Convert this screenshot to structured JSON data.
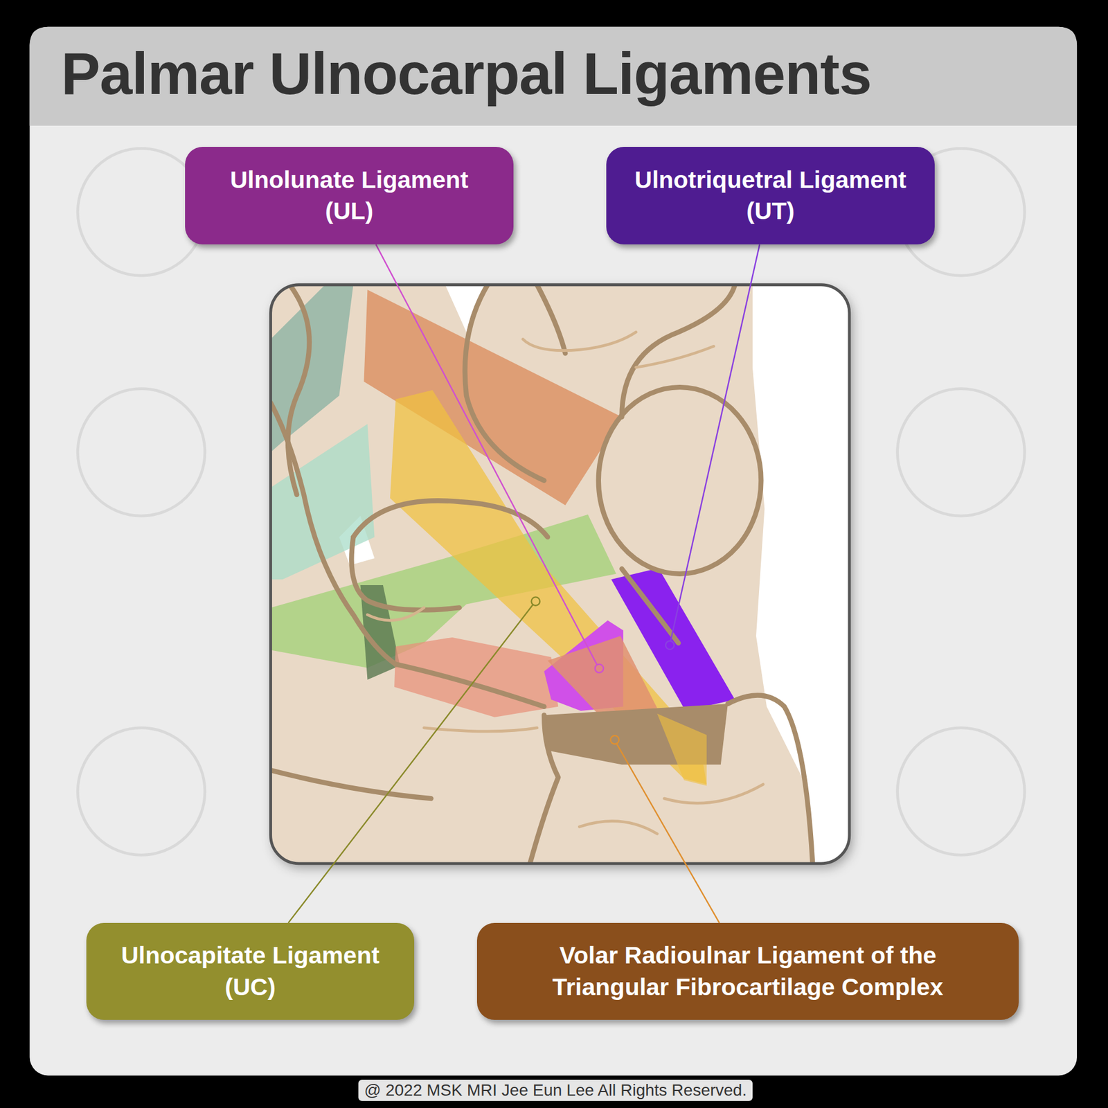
{
  "diagram": {
    "title": "Palmar Ulnocarpal Ligaments",
    "caption": "@ 2022 MSK MRI Jee Eun Lee All Rights Reserved.",
    "nodes": [
      {
        "text": [
          "Ulnolunate Ligament (UL)"
        ]
      },
      {
        "text": [
          "Ulnotriquetral Ligament (UT)"
        ]
      },
      {
        "text": [
          "Ulnocapitate Ligament (UC)"
        ]
      },
      {
        "text": [
          "Volar Radioulnar Ligament of the Triangular Fibrocartilage Complex"
        ]
      }
    ]
  }
}
